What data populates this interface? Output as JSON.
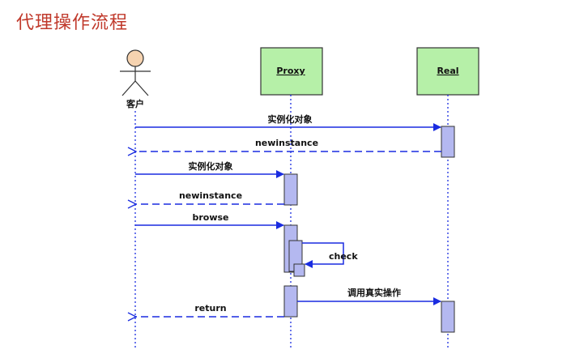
{
  "header": {
    "title": "代理操作流程"
  },
  "diagram": {
    "actor": {
      "label": "客户"
    },
    "lifelines": [
      {
        "label": "Proxy"
      },
      {
        "label": "Real"
      }
    ],
    "messages": [
      {
        "label": "实例化对象"
      },
      {
        "label": "newinstance"
      },
      {
        "label": "实例化对象"
      },
      {
        "label": "newinstance"
      },
      {
        "label": "browse"
      },
      {
        "label": "check"
      },
      {
        "label": "调用真实操作"
      },
      {
        "label": "return"
      }
    ],
    "colors": {
      "arrow": "#1a2ce0",
      "lifeline_box": "#b6f0a8",
      "activation": "#b4b8f0",
      "actor_head": "#f6d3b0",
      "title": "#c0392b"
    }
  }
}
